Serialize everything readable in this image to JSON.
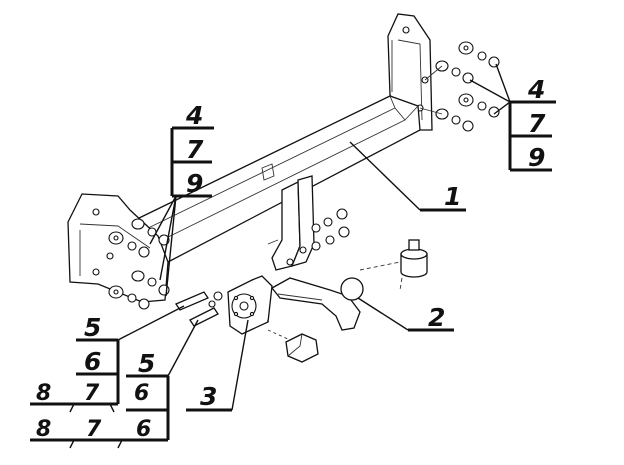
{
  "diagram": {
    "callouts": {
      "main_beam": "1",
      "tow_ball": "2",
      "socket": "3",
      "right_bracket_fasteners": [
        "4",
        "7",
        "9"
      ],
      "left_bracket_fasteners": [
        "4",
        "7",
        "9"
      ],
      "bolt_group_a": [
        "5",
        "6"
      ],
      "bolt_group_b": [
        "8",
        "7",
        "6"
      ],
      "bolt_group_c": [
        "5"
      ],
      "bolt_group_d": [
        "8",
        "7",
        "6"
      ]
    }
  }
}
